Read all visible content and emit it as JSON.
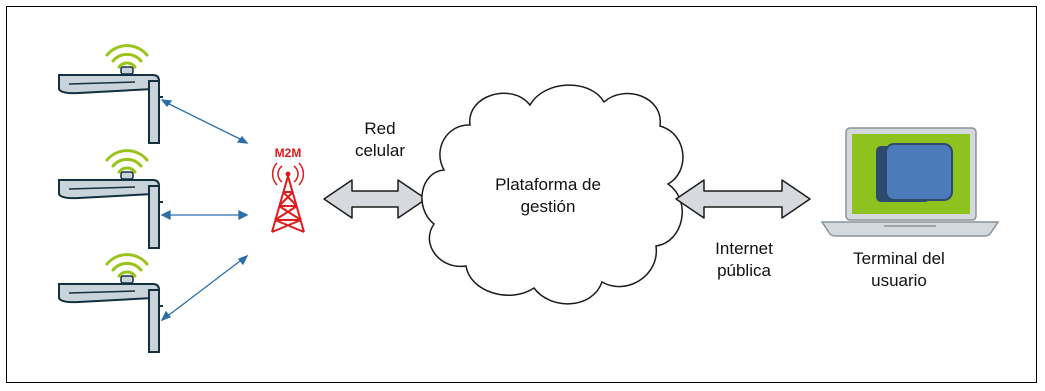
{
  "labels": {
    "cellular_network": "Red\ncelular",
    "management_platform": "Plataforma de\ngestión",
    "public_internet": "Internet\npública",
    "user_terminal": "Terminal del\nusuario",
    "tower_badge": "M2M"
  },
  "colors": {
    "streetlight_body": "#c9d3da",
    "streetlight_outline": "#123040",
    "wifi_signal": "#9ac31c",
    "tower": "#e01b1b",
    "link_line": "#2a6fa8",
    "double_arrow_fill": "#d6dade",
    "double_arrow_outline": "#1c1c1c",
    "laptop_screen_green": "#8dc21f",
    "laptop_window": "#4b7cb9",
    "laptop_frame": "#d4d9de"
  },
  "icons": {
    "streetlights": [
      "streetlight-wifi-icon",
      "streetlight-wifi-icon",
      "streetlight-wifi-icon"
    ],
    "tower": "radio-tower-icon",
    "cloud": "cloud-icon",
    "terminal": "laptop-icon"
  }
}
